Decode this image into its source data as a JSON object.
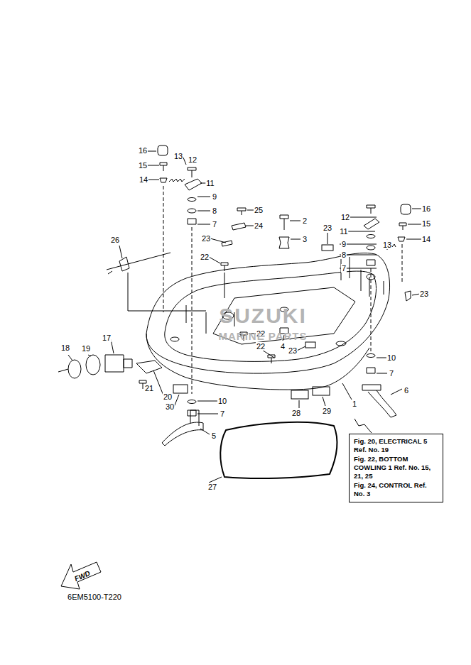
{
  "diagram": {
    "nodes": [
      {
        "text": [
          "Fig. 20, ELECTRICAL 5 Ref. No. 19",
          "Fig. 22, BOTTOM COWLING 1 Ref. No. 15, 21, 25",
          "Fig. 24, CONTROL Ref. No. 3"
        ]
      }
    ],
    "labels": [
      "16",
      "13",
      "12",
      "15",
      "11",
      "14",
      "9",
      "8",
      "25",
      "2",
      "7",
      "24",
      "3",
      "23",
      "23",
      "26",
      "22",
      "12",
      "16",
      "11",
      "15",
      "9",
      "8",
      "13",
      "14",
      "7",
      "23",
      "22",
      "4",
      "22",
      "23",
      "17",
      "10",
      "18",
      "19",
      "7",
      "6",
      "21",
      "20",
      "30",
      "10",
      "7",
      "5",
      "28",
      "29",
      "1",
      "27",
      "SUZUKI",
      "MARINE PARTS",
      "FWD",
      "6EM5100-T220"
    ]
  }
}
